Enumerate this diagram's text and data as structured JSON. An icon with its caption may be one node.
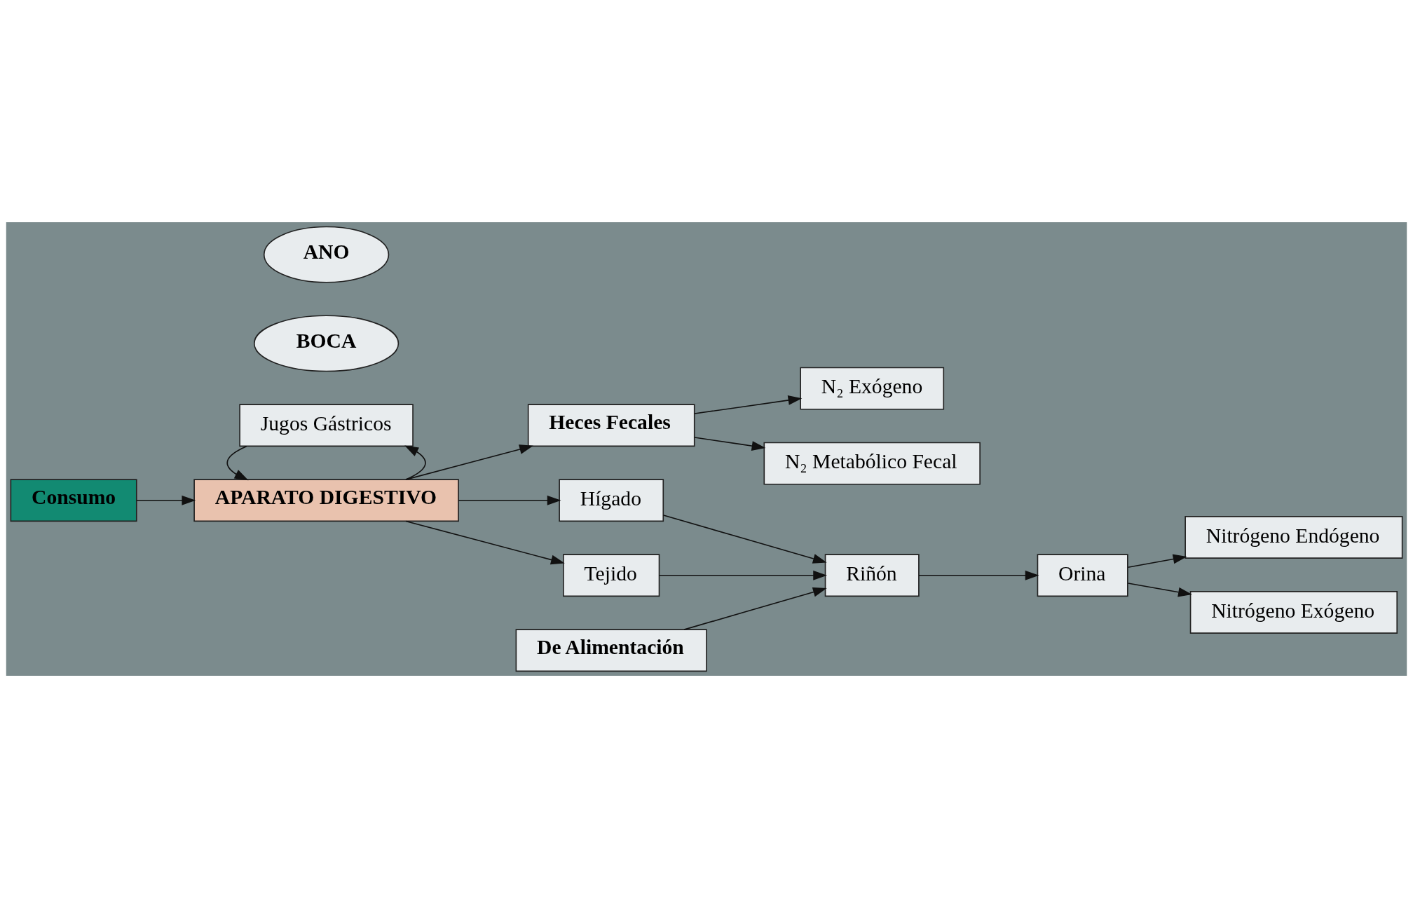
{
  "diagram": {
    "nodes": [
      {
        "text": [
          "Consumo"
        ]
      },
      {
        "text": [
          "APARATO DIGESTIVO"
        ]
      },
      {
        "text": [
          "Jugos Gástricos"
        ]
      },
      {
        "text": [
          "BOCA"
        ]
      },
      {
        "text": [
          "ANO"
        ]
      },
      {
        "text": [
          "Heces Fecales"
        ]
      },
      {
        "text": [
          "N₂ Exógeno"
        ]
      },
      {
        "text": [
          "N₂ Metabólico Fecal"
        ]
      },
      {
        "text": [
          "Hígado"
        ]
      },
      {
        "text": [
          "Tejido"
        ]
      },
      {
        "text": [
          "De Alimentación"
        ]
      },
      {
        "text": [
          "Riñón"
        ]
      },
      {
        "text": [
          "Orina"
        ]
      },
      {
        "text": [
          "Nitrógeno Endógeno"
        ]
      },
      {
        "text": [
          "Nitrógeno Exógeno"
        ]
      }
    ],
    "edges": [
      {
        "from": 0,
        "to": 1,
        "arrow": "to"
      },
      {
        "from": 1,
        "to": 2,
        "arrow": "to"
      },
      {
        "from": 2,
        "to": 1,
        "arrow": "to"
      },
      {
        "from": 1,
        "to": 5,
        "arrow": "to"
      },
      {
        "from": 5,
        "to": 6,
        "arrow": "to"
      },
      {
        "from": 5,
        "to": 7,
        "arrow": "to"
      },
      {
        "from": 1,
        "to": 8,
        "arrow": "to"
      },
      {
        "from": 1,
        "to": 9,
        "arrow": "to"
      },
      {
        "from": 8,
        "to": 11,
        "arrow": "to"
      },
      {
        "from": 10,
        "to": 11,
        "arrow": "to"
      },
      {
        "from": 9,
        "to": 11,
        "arrow": "to"
      },
      {
        "from": 11,
        "to": 12,
        "arrow": "to"
      },
      {
        "from": 12,
        "to": 13,
        "arrow": "to"
      },
      {
        "from": 12,
        "to": 14,
        "arrow": "to"
      }
    ]
  }
}
